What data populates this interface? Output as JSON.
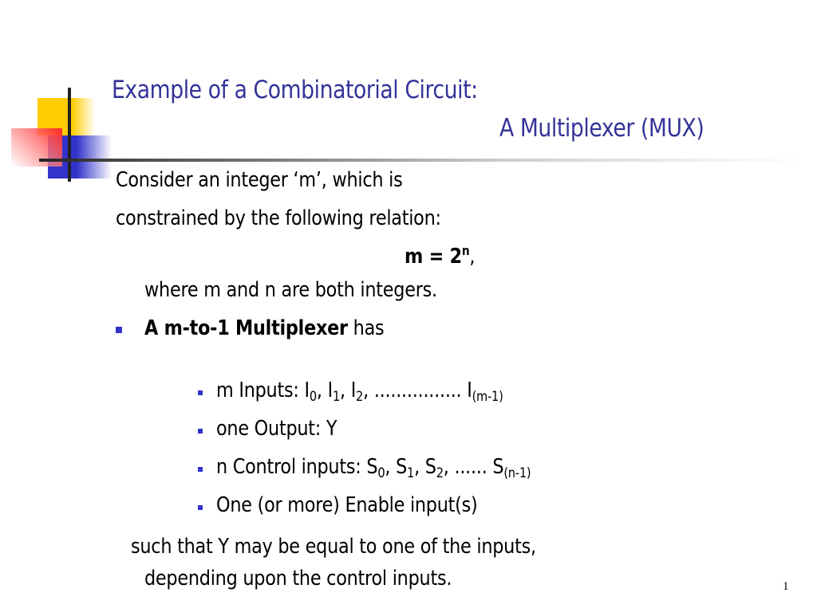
{
  "slide": {
    "title_line1": "Example of a Combinatorial Circuit:",
    "title_line2": "A Multiplexer (MUX)",
    "intro_line1": "Consider an integer ‘m’, which is",
    "intro_line2": "constrained by the following relation:",
    "equation": {
      "lhs": "m = 2",
      "exponent": "n",
      "trail": ","
    },
    "where_text": "where m and n are both integers.",
    "bullet_main": {
      "bold": "A m-to-1 Multiplexer",
      "rest": " has"
    },
    "sub_bullets": [
      {
        "label": "m Inputs:  I",
        "s0": "0",
        "t1": ", I",
        "s1": "1",
        "t2": ", I",
        "s2": "2",
        "t3": ", ................ I",
        "s3": "(m-1)"
      },
      {
        "label": "one Output: Y"
      },
      {
        "label": "n Control inputs: S",
        "s0": "0",
        "t1": ", S",
        "s1": "1",
        "t2": ", S",
        "s2": "2",
        "t3": ", ...... S",
        "s3": "(n-1)"
      },
      {
        "label": "One (or more) Enable input(s)"
      }
    ],
    "conclusion_line1": "such that Y may be equal to one of the inputs,",
    "conclusion_line2": "depending upon the control inputs.",
    "page_number": "1"
  },
  "colors": {
    "title": "#333399",
    "bullet": "#3333cc",
    "accent_yellow": "#ffcc00",
    "accent_red": "#ff2a2a"
  }
}
